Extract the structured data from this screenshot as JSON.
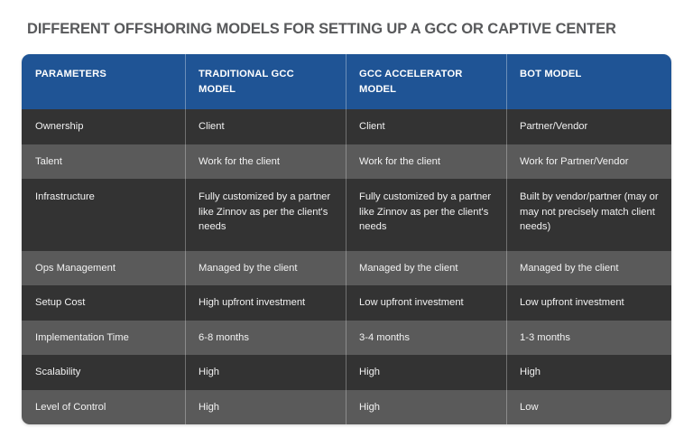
{
  "page": {
    "title": "DIFFERENT OFFSHORING MODELS FOR SETTING UP A GCC OR CAPTIVE CENTER",
    "background_color": "#ffffff",
    "title_color": "#58595b"
  },
  "table": {
    "header_color": "#1f5495",
    "row_dark_color": "#333333",
    "row_light_color": "#5a5a5a",
    "text_color": "#f2f2f2",
    "columns": [
      "PARAMETERS",
      "TRADITIONAL GCC MODEL",
      "GCC ACCELERATOR MODEL",
      "BOT MODEL"
    ],
    "rows": [
      {
        "parameter": "Ownership",
        "traditional": "Client",
        "accelerator": "Client",
        "bot": "Partner/Vendor"
      },
      {
        "parameter": "Talent",
        "traditional": "Work for the client",
        "accelerator": "Work for the client",
        "bot": "Work for Partner/Vendor"
      },
      {
        "parameter": "Infrastructure",
        "traditional": "Fully customized by a partner like Zinnov as per the client's needs",
        "accelerator": "Fully customized by a partner like Zinnov as per the client's needs",
        "bot": "Built by vendor/partner (may or may not precisely match client needs)"
      },
      {
        "parameter": "Ops Management",
        "traditional": "Managed by the client",
        "accelerator": "Managed by the client",
        "bot": "Managed by the client"
      },
      {
        "parameter": "Setup Cost",
        "traditional": "High upfront investment",
        "accelerator": "Low upfront investment",
        "bot": "Low upfront investment"
      },
      {
        "parameter": "Implementation Time",
        "traditional": "6-8 months",
        "accelerator": "3-4 months",
        "bot": "1-3 months"
      },
      {
        "parameter": "Scalability",
        "traditional": "High",
        "accelerator": "High",
        "bot": "High"
      },
      {
        "parameter": "Level of Control",
        "traditional": "High",
        "accelerator": "High",
        "bot": "Low"
      }
    ]
  }
}
